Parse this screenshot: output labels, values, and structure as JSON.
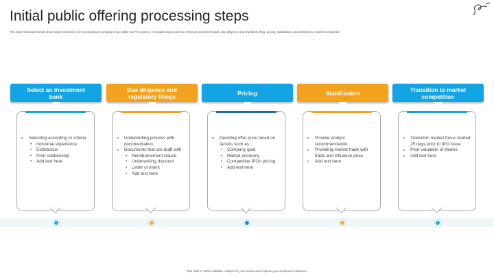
{
  "title": "Initial public offering processing steps",
  "subtitle": "This slide showcases break down steps involved in the proceeding of company to go public via IPO process. It includes steps such as: select an investment bank, due diligence and regulatory filing, pricing, stabilization and transition to market competition",
  "footer": "This slide is 100% editable. Adapt it to your needs and capture your audience's attention.",
  "colors": {
    "blue": "#12a4e4",
    "orange": "#f2a21d",
    "dark_blue": "#1b6ea8"
  },
  "steps": [
    {
      "label": "Select an investment bank",
      "items": [
        {
          "l": 1,
          "t": "Selecting according to criteria"
        },
        {
          "l": 2,
          "t": "Industrial experience"
        },
        {
          "l": 2,
          "t": "Distribution"
        },
        {
          "l": 2,
          "t": "Prior relationship"
        },
        {
          "l": 2,
          "t": "Add text here"
        }
      ]
    },
    {
      "label": "Due diligence and regulatory filings",
      "items": [
        {
          "l": 1,
          "t": "Underwriting process with documentation"
        },
        {
          "l": 1,
          "t": "Documents that are draft with"
        },
        {
          "l": 2,
          "t": "Reimbursement clause"
        },
        {
          "l": 2,
          "t": "Underwriting discount"
        },
        {
          "l": 2,
          "t": "Letter of intent"
        },
        {
          "l": 2,
          "t": "Add text here"
        }
      ]
    },
    {
      "label": "Pricing",
      "items": [
        {
          "l": 1,
          "t": "Deciding offer price faced on factors such as"
        },
        {
          "l": 2,
          "t": "Company goal"
        },
        {
          "l": 2,
          "t": "Market economy"
        },
        {
          "l": 2,
          "t": "Competitive IPOs pricing"
        },
        {
          "l": 2,
          "t": "Add text here"
        }
      ]
    },
    {
      "label": "Stabilization",
      "items": [
        {
          "l": 1,
          "t": "Provide analyst recommendation"
        },
        {
          "l": 1,
          "t": "Providing market trade with trade and influence price"
        },
        {
          "l": 1,
          "t": "Add text here"
        }
      ]
    },
    {
      "label": "Transition to market competition",
      "items": [
        {
          "l": 1,
          "t": "Transition market focus started 25 days prior to IPO issue"
        },
        {
          "l": 1,
          "t": "Prior valuation of shares"
        },
        {
          "l": 1,
          "t": "Add text here"
        }
      ]
    }
  ]
}
